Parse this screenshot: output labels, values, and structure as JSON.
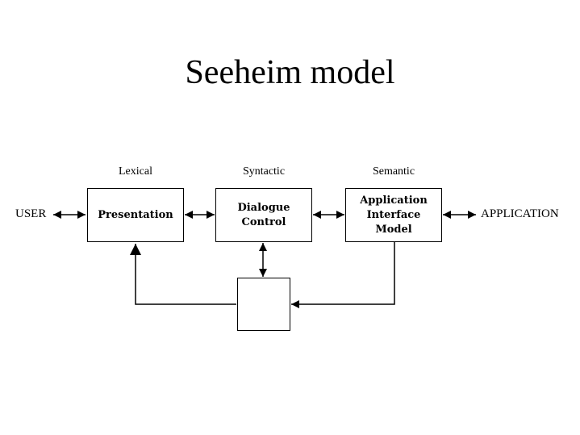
{
  "title": "Seeheim model",
  "layers": {
    "lexical": "Lexical",
    "syntactic": "Syntactic",
    "semantic": "Semantic"
  },
  "endpoints": {
    "user": "USER",
    "application": "APPLICATION"
  },
  "boxes": {
    "presentation": "Presentation",
    "dialogue_control": "Dialogue\nControl",
    "application_interface_model": "Application\nInterface\nModel"
  }
}
